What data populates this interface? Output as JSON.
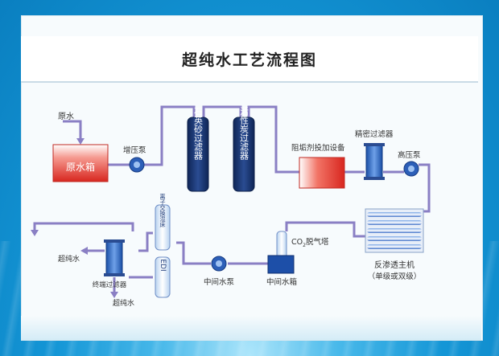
{
  "title": "超纯水工艺流程图",
  "labels": {
    "raw_water": "原水",
    "raw_water_tank": "原水箱",
    "booster_pump": "增压泵",
    "quartz_filter": "石英砂过滤器",
    "carbon_filter": "活性炭过滤器",
    "antiscalant": "阻垢剂投加设备",
    "precision_filter": "精密过滤器",
    "high_pressure_pump": "高压泵",
    "ro_main": "反渗透主机",
    "ro_stage": "（单级或双级）",
    "degasser_prefix": "CO",
    "degasser_sub": "2",
    "degasser_suffix": "脱气塔",
    "middle_tank": "中间水箱",
    "middle_pump": "中间水泵",
    "ion_exchange": "离子交换混床",
    "edi": "EDI",
    "final_filter": "终端过滤器",
    "ultrapure_out": "超纯水",
    "ultrapure_return": "超纯水"
  },
  "colors": {
    "pipe": "#8a7fc4",
    "tank_red": "#e0302a",
    "vessel_dark": "#1d3a78",
    "vessel_blue": "#2f67c6",
    "pump_blue": "#2c5fb8"
  }
}
